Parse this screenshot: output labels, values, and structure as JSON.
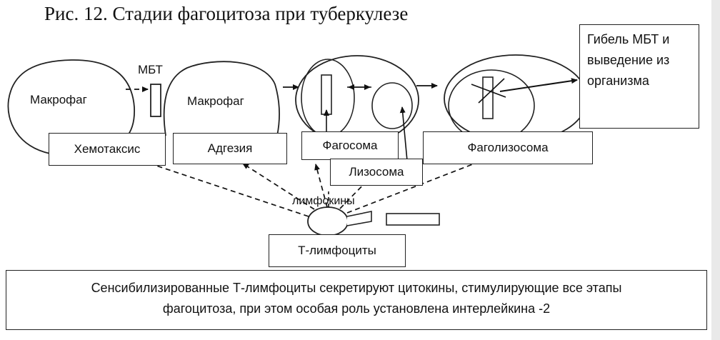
{
  "title": "Рис. 12. Стадии фагоцитоза при туберкулезе",
  "labels": {
    "macrophage_1": "Макрофаг",
    "mbt": "МБТ",
    "macrophage_2": "Макрофаг",
    "chemotaxis": "Хемотаксис",
    "adhesion": "Адгезия",
    "phagosome": "Фагосома",
    "lysosome": "Лизосома",
    "phagolysosome": "Фаголизосома",
    "lymphokines": "лимфокины",
    "t_lymphocytes": "Т-лимфоциты",
    "death_line1": "Гибель МБТ и",
    "death_line2": "выведение из",
    "death_line3": "организма",
    "footer_line1": "Сенсибилизированные Т-лимфоциты секретируют цитокины, стимулирующие все этапы",
    "footer_line2": "фагоцитоза, при этом особая роль установлена интерлейкина -2"
  }
}
